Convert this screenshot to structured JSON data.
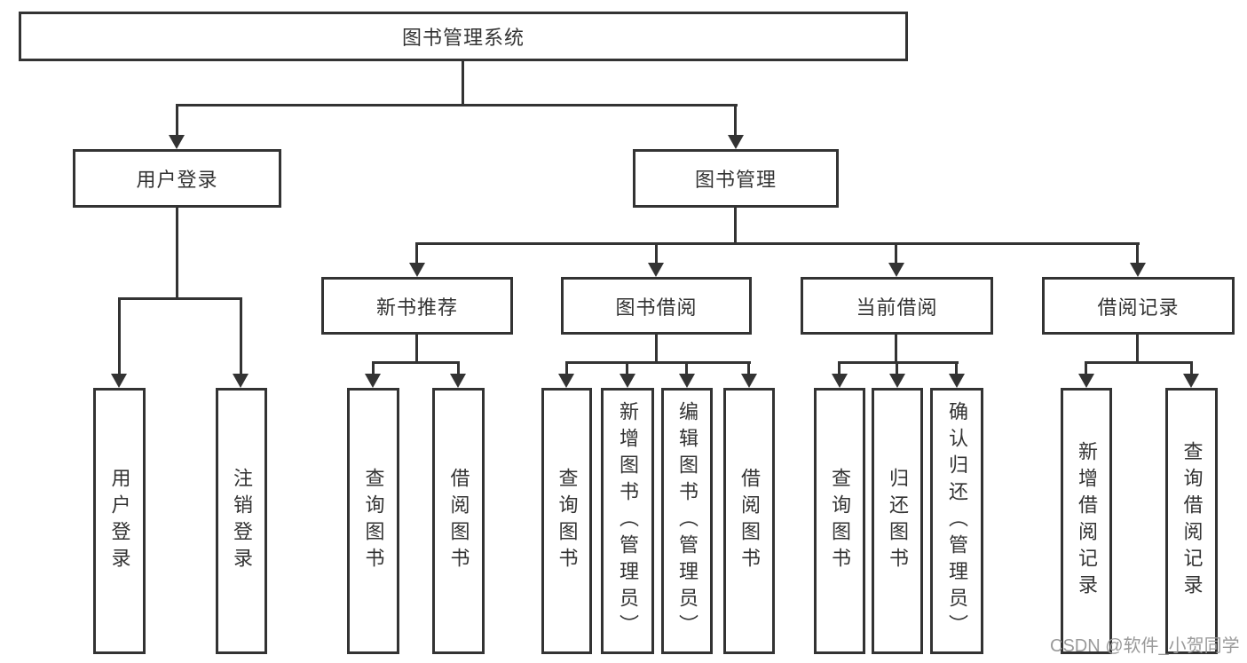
{
  "diagram": {
    "root": {
      "label": "图书管理系统"
    },
    "level2": [
      {
        "label": "用户登录"
      },
      {
        "label": "图书管理"
      }
    ],
    "level3": [
      {
        "label": "新书推荐"
      },
      {
        "label": "图书借阅"
      },
      {
        "label": "当前借阅"
      },
      {
        "label": "借阅记录"
      }
    ],
    "leaves": {
      "login": [
        "用户登录",
        "注销登录"
      ],
      "recommend": [
        "查询图书",
        "借阅图书"
      ],
      "borrow": [
        "查询图书",
        "新增图书（管理员）",
        "编辑图书（管理员）",
        "借阅图书"
      ],
      "current": [
        "查询图书",
        "归还图书",
        "确认归还（管理员）"
      ],
      "records": [
        "新增借阅记录",
        "查询借阅记录"
      ]
    }
  },
  "watermark": "CSDN @软件_小贺同学",
  "colors": {
    "line": "#333333",
    "text": "#333333",
    "box-bg": "#ffffff",
    "wm": "#9a9a9a"
  }
}
